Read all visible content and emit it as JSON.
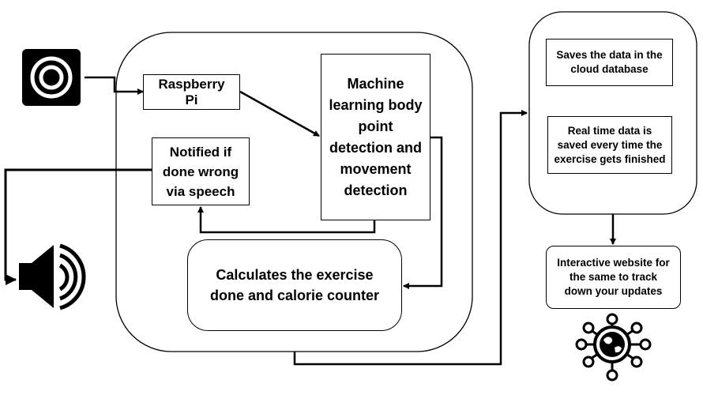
{
  "diagram": {
    "raspberry_pi": "Raspberry\nPi",
    "ml_detection": "Machine\nlearning body\npoint\ndetection and\nmovement\ndetection",
    "notify_speech": "Notified if\ndone wrong\nvia speech",
    "calculate": "Calculates the exercise\ndone and calorie counter",
    "cloud_save": "Saves the data in the\ncloud database",
    "realtime_save": "Real time data is\nsaved every time the\nexercise gets finished",
    "website": "Interactive website for\nthe same to track\ndown your updates"
  },
  "icons": {
    "camera": "camera-icon",
    "speaker": "speaker-icon",
    "network": "network-globe-icon"
  }
}
